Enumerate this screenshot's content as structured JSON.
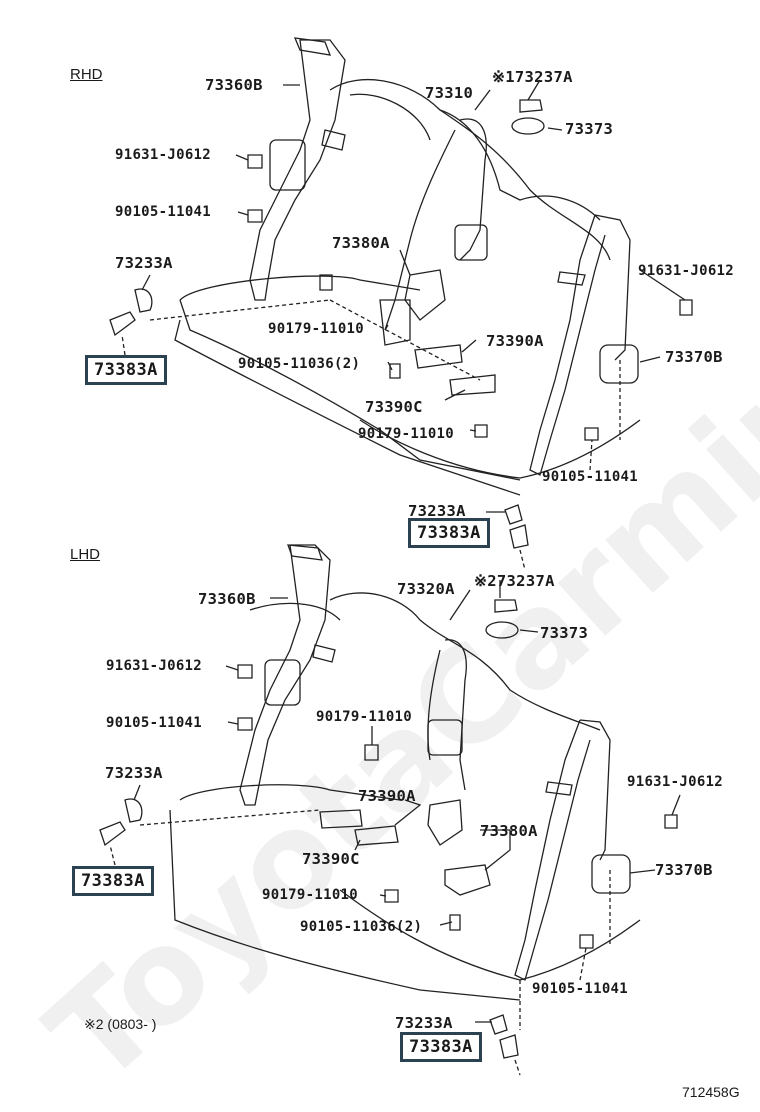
{
  "watermark": "ToyotaCarmine.ru",
  "diagram_id": "712458G",
  "note": "※2 (0803-    )",
  "sections": {
    "rhd": {
      "title": "RHD",
      "labels": {
        "p73360B": "73360B",
        "p73310": "73310",
        "p73237A": "※173237A",
        "p73373": "73373",
        "p91631a": "91631-J0612",
        "p90105a": "90105-11041",
        "p73380A": "73380A",
        "p73233A": "73233A",
        "p91631b": "91631-J0612",
        "p90179a": "90179-11010",
        "p73390A": "73390A",
        "p73370B": "73370B",
        "p90105b": "90105-11036(2)",
        "p73390C": "73390C",
        "p90179b": "90179-11010",
        "p90105c": "90105-11041",
        "p73233A2": "73233A"
      },
      "highlight": [
        "73383A",
        "73383A"
      ]
    },
    "lhd": {
      "title": "LHD",
      "labels": {
        "p73360B": "73360B",
        "p73320A": "73320A",
        "p73237A": "※273237A",
        "p73373": "73373",
        "p91631a": "91631-J0612",
        "p90105a": "90105-11041",
        "p90179a": "90179-11010",
        "p73233A": "73233A",
        "p73390A": "73390A",
        "p91631b": "91631-J0612",
        "p73380A": "73380A",
        "p73390C": "73390C",
        "p73370B": "73370B",
        "p90179b": "90179-11010",
        "p90105b": "90105-11036(2)",
        "p90105c": "90105-11041",
        "p73233A2": "73233A"
      },
      "highlight": [
        "73383A",
        "73383A"
      ]
    }
  }
}
